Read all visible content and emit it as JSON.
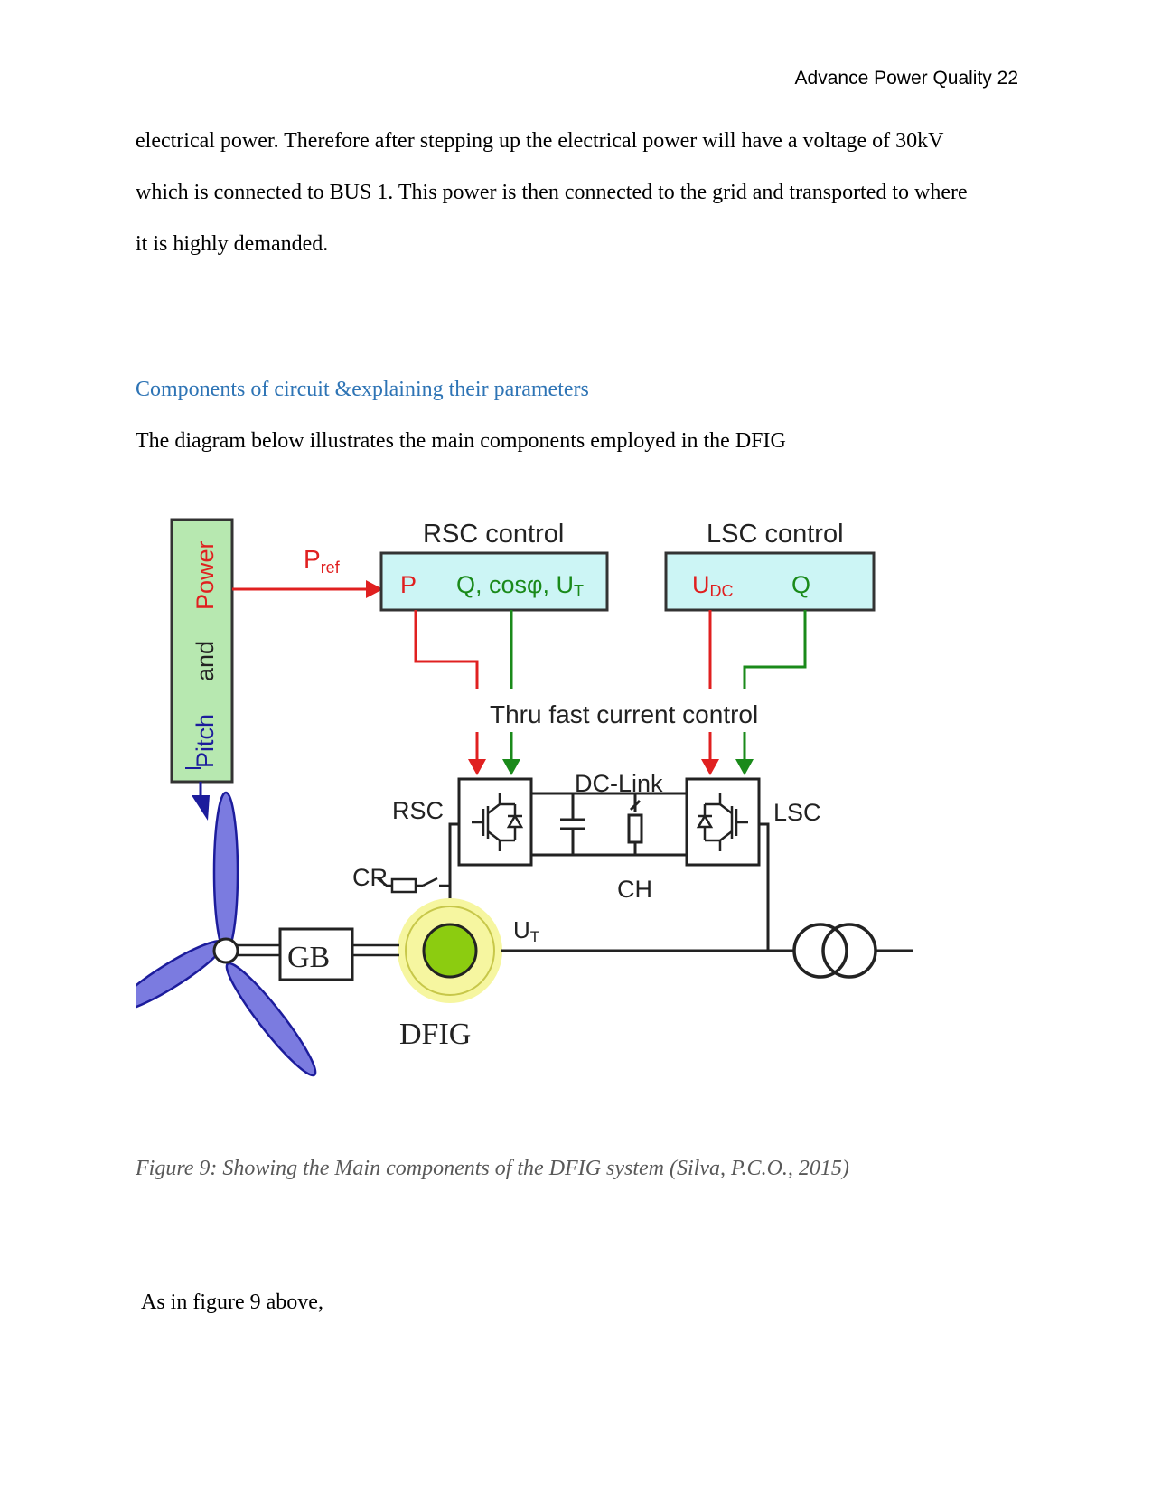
{
  "header": {
    "running_title": "Advance Power Quality 22"
  },
  "body": {
    "lines": [
      "electrical power. Therefore after stepping up the electrical power will have a voltage of 30kV",
      "which is connected to BUS 1. This power is then connected to the grid and transported to where",
      "it is highly demanded."
    ],
    "heading": "Components of circuit &explaining their parameters",
    "intro": "The diagram below illustrates the main components employed in the DFIG",
    "caption": "Figure 9: Showing the Main components of the DFIG system (Silva, P.C.O., 2015)",
    "closing": "As in figure 9 above,"
  },
  "figure": {
    "pitch_box": {
      "word_pitch": "Pitch",
      "word_and": "and",
      "word_power": "Power"
    },
    "p_ref": {
      "main": "P",
      "sub": "ref"
    },
    "rsc_control": {
      "title": "RSC control",
      "p": "P",
      "q": "Q, cosφ, U",
      "q_sub": "T"
    },
    "lsc_control": {
      "title": "LSC control",
      "udc": "U",
      "udc_sub": "DC",
      "q": "Q"
    },
    "fast_control": "Thru fast current control",
    "dc_link": "DC-Link",
    "rsc": "RSC",
    "lsc": "LSC",
    "cr": "CR",
    "ch": "CH",
    "ut": {
      "main": "U",
      "sub": "T"
    },
    "gb": "GB",
    "dfig": "DFIG",
    "colors": {
      "control_fill": "#ccf5f5",
      "pitch_fill": "#b7e8b0",
      "red": "#e02020",
      "green": "#1a8a1a",
      "blue": "#1c1c9c",
      "blade": "#7b7be0",
      "rotor": "#8ccc10",
      "stator": "#f6f6a0"
    }
  }
}
